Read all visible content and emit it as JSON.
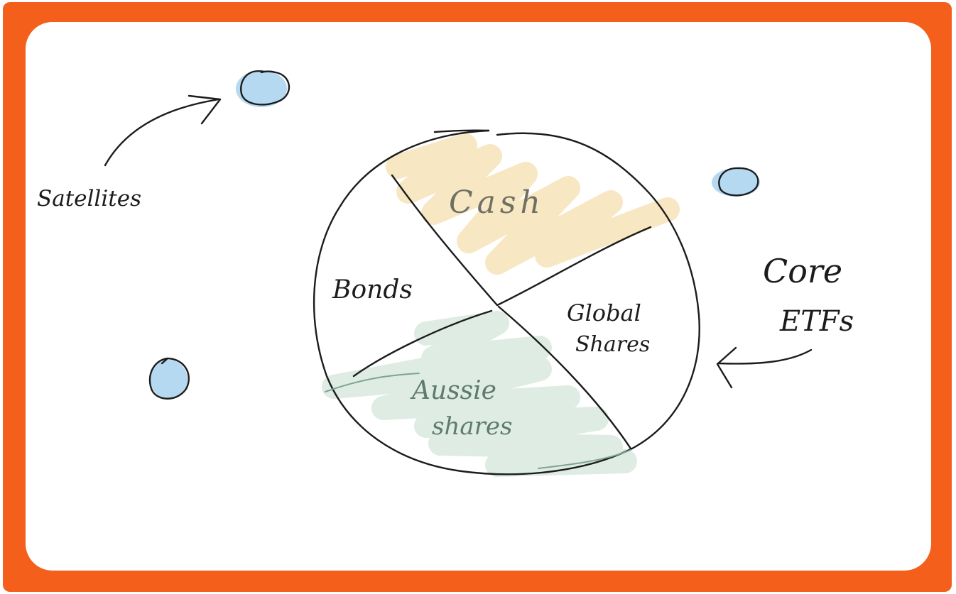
{
  "labels": {
    "satellites": "Satellites",
    "cash": "Cash",
    "bonds": "Bonds",
    "global_line1": "Global",
    "global_line2": "Shares",
    "aussie_line1": "Aussie",
    "aussie_line2": "shares",
    "core_line1": "Core",
    "core_line2": "ETFs"
  },
  "colors": {
    "frame": "#f45f1c",
    "cash_highlight": "#f7e6c0",
    "aussie_highlight": "#dcebe3",
    "satellite_fill": "#b5d9f0",
    "ink": "#1c1c1c"
  }
}
